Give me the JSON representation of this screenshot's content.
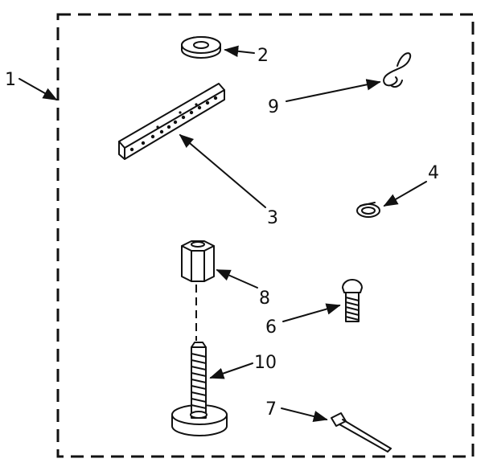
{
  "callouts": {
    "c1": "1",
    "c2": "2",
    "c3": "3",
    "c4": "4",
    "c6": "6",
    "c7": "7",
    "c8": "8",
    "c9": "9",
    "c10": "10"
  },
  "colors": {
    "ink": "#111111",
    "paper": "#ffffff"
  }
}
